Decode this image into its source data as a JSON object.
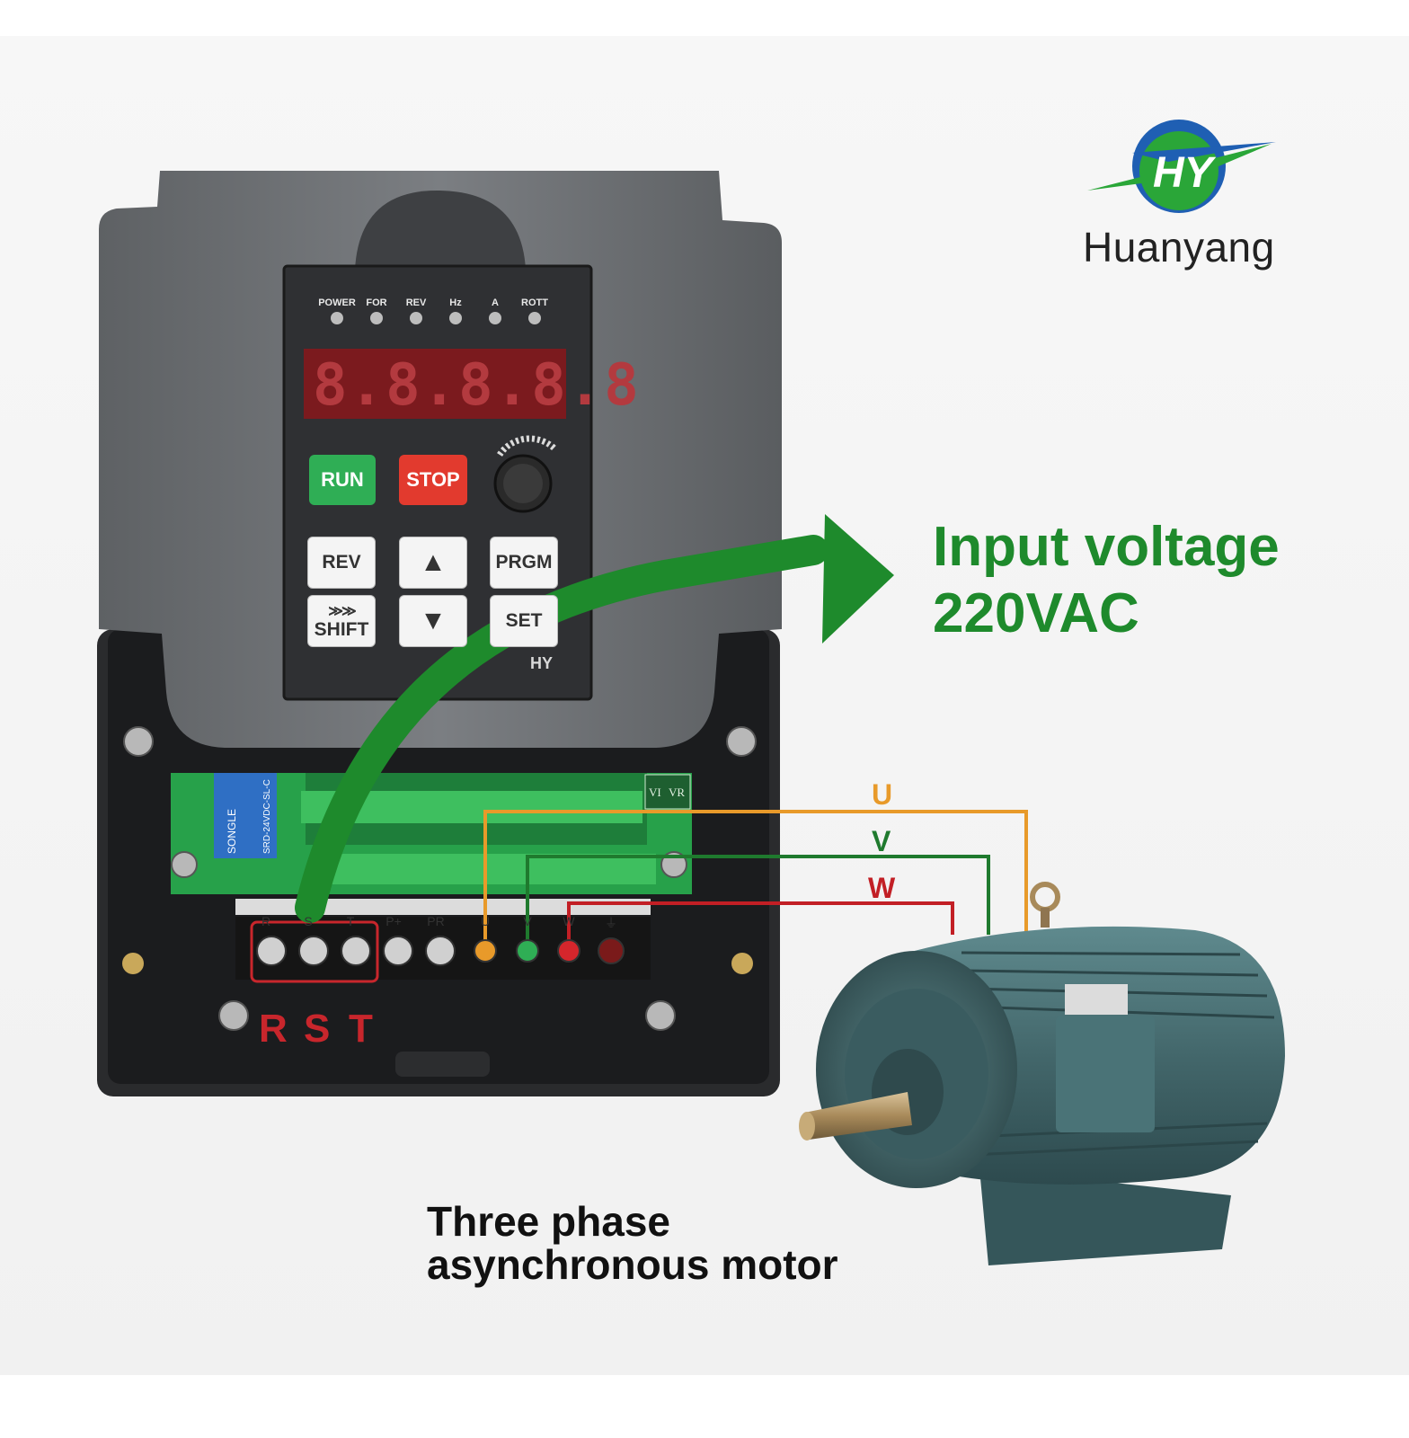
{
  "brand": {
    "name": "Huanyang",
    "logo_text": "HY",
    "colors": {
      "green": "#2aa638",
      "blue": "#1f5fb3"
    }
  },
  "panel": {
    "leds": [
      "POWER",
      "FOR",
      "REV",
      "Hz",
      "A",
      "ROTT"
    ],
    "display": "8.8.8.8.8",
    "keys": {
      "run": "RUN",
      "stop": "STOP",
      "rev": "REV",
      "prgm": "PRGM",
      "shift_arrows": "≫≫",
      "shift": "SHIFT",
      "set": "SET",
      "up": "▲",
      "down": "▼"
    },
    "badge": "HY"
  },
  "terminals": {
    "labels": [
      "R",
      "S",
      "T",
      "P+",
      "PR",
      "U",
      "V",
      "W",
      "⏚"
    ],
    "vi_vr": [
      "VI",
      "VR"
    ]
  },
  "relay": {
    "brand": "SONGLE",
    "model": "SRD-24VDC-SL-C"
  },
  "annotations": {
    "input_line1": "Input voltage",
    "input_line2": "220VAC",
    "input_arrow_color": "#1e8a2c",
    "rst": [
      "R",
      "S",
      "T"
    ],
    "phases": [
      {
        "label": "U",
        "color": "#e89a2a"
      },
      {
        "label": "V",
        "color": "#1f7a2e"
      },
      {
        "label": "W",
        "color": "#c21f25"
      }
    ],
    "motor_line1": "Three phase",
    "motor_line2": "asynchronous motor"
  }
}
